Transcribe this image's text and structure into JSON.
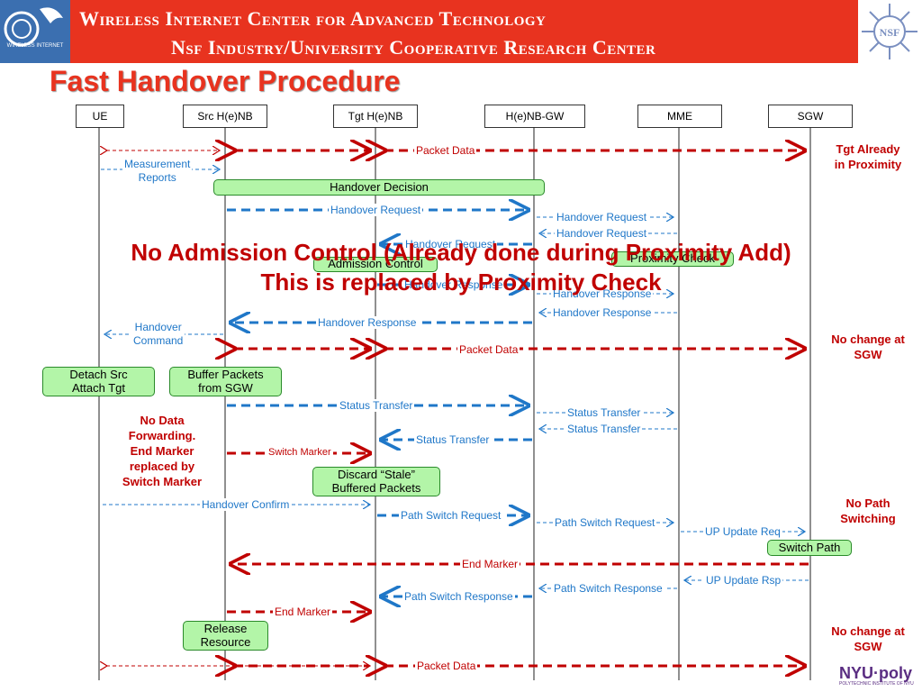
{
  "header": {
    "line1": "Wireless Internet Center for Advanced Technology",
    "line2": "Nsf Industry/University Cooperative Research Center"
  },
  "slide_title": "Fast Handover Procedure",
  "entities": [
    "UE",
    "Src H(e)NB",
    "Tgt H(e)NB",
    "H(e)NB-GW",
    "MME",
    "SGW"
  ],
  "boxes": {
    "handover_decision": "Handover Decision",
    "admission_control": "Admission Control",
    "proximity_check": "Proximity Check",
    "detach_attach": "Detach Src\nAttach Tgt",
    "buffer_packets": "Buffer Packets\nfrom SGW",
    "discard_stale": "Discard “Stale”\nBuffered Packets",
    "switch_path": "Switch Path",
    "release_resource": "Release\nResource"
  },
  "messages": {
    "packet_data": "Packet Data",
    "measurement_reports": "Measurement\nReports",
    "handover_request": "Handover Request",
    "handover_response": "Handover Response",
    "handover_command": "Handover\nCommand",
    "status_transfer": "Status Transfer",
    "switch_marker": "Switch Marker",
    "handover_confirm": "Handover Confirm",
    "path_switch_request": "Path Switch Request",
    "up_update_req": "UP Update Req",
    "end_marker": "End Marker",
    "up_update_rsp": "UP Update Rsp",
    "path_switch_response": "Path Switch Response"
  },
  "notes": {
    "tgt_already": "Tgt Already\nin Proximity",
    "no_change_sgw": "No change at\nSGW",
    "no_data_forwarding": "No Data\nForwarding.\nEnd Marker\nreplaced by\nSwitch Marker",
    "no_path_switching": "No Path\nSwitching"
  },
  "overlay": {
    "line1": "No Admission Control (Already done during Proximity Add)",
    "line2": "This is replaced by Proximity Check"
  },
  "logos": {
    "left": "WIRELESS INTERNET",
    "right": "NSF",
    "bottom": "NYU·poly",
    "bottom_sub": "POLYTECHNIC INSTITUTE OF NYU"
  },
  "colors": {
    "banner": "#e8331f",
    "data_arrow": "#c00000",
    "signal_arrow": "#1f77c8",
    "box_fill": "#b3f5a8"
  }
}
